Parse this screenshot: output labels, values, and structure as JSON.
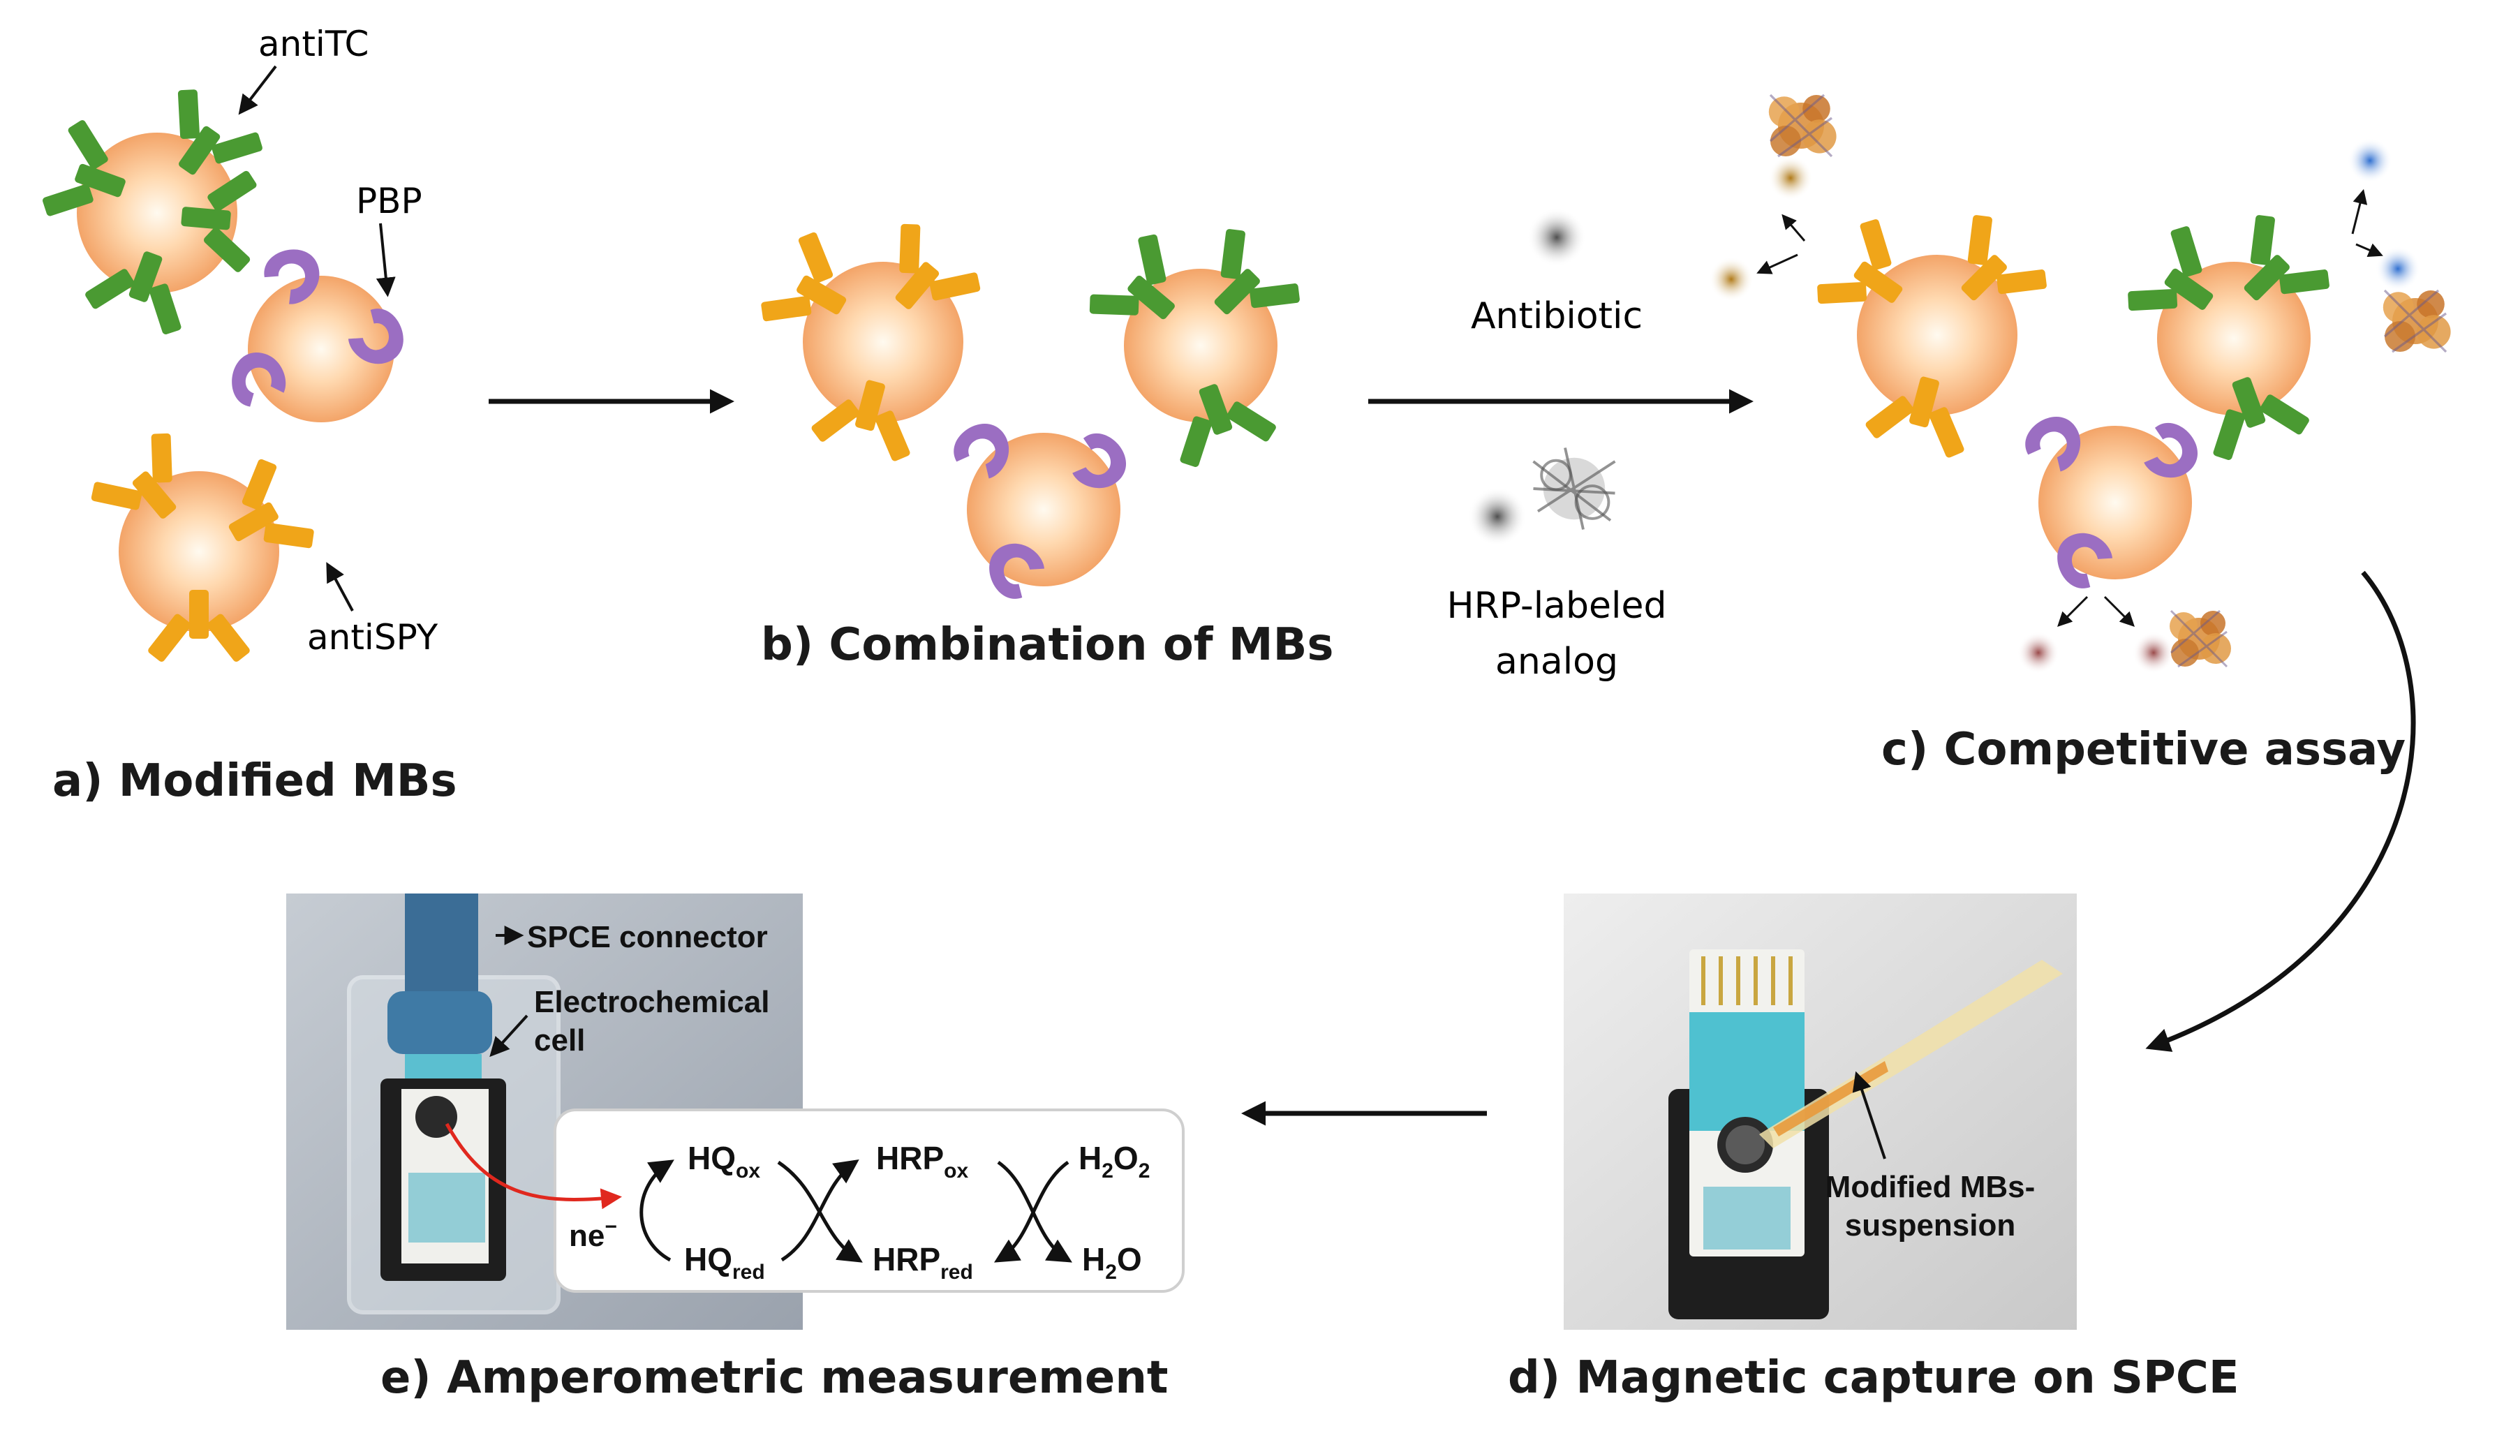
{
  "panels": {
    "a": {
      "caption": "a) Modified MBs",
      "label_antiTC": "antiTC",
      "label_PBP": "PBP",
      "label_antiSPY": "antiSPY"
    },
    "b": {
      "caption": "b) Combination of MBs"
    },
    "reagents": {
      "antibiotic": "Antibiotic",
      "hrp_line1": "HRP-labeled",
      "hrp_line2": "analog"
    },
    "c": {
      "caption": "c) Competitive assay"
    },
    "d": {
      "caption": "d) Magnetic capture on SPCE",
      "label_line1": "Modified MBs-",
      "label_line2": "suspension"
    },
    "e": {
      "caption": "e) Amperometric measurement",
      "spce_connector": "SPCE connector",
      "cell_line1": "Electrochemical",
      "cell_line2": "cell",
      "reaction": {
        "electron": "ne",
        "electron_sup": "−",
        "hq": "HQ",
        "ox": "ox",
        "red": "red",
        "hrp": "HRP",
        "h2o2_a": "H",
        "h2o2_sub": "2",
        "h2o2_b": "O",
        "h2o2_sub2": "2",
        "h2o_a": "H",
        "h2o_sub": "2",
        "h2o_b": "O"
      }
    }
  },
  "colors": {
    "bead": "#f6b27c",
    "bead_core": "#fff4e6",
    "antiTC": "#4a9a32",
    "antiSPY": "#f0a519",
    "pbp": "#9b6ec2",
    "antibiotic": "#9a9a9a",
    "tc_dot": "#3f7fd6",
    "spy_dot": "#d79a2a",
    "pbp_dot": "#b86b6b",
    "enzyme": "#d9852a",
    "arrow": "#111111",
    "electron_arrow": "#e0281e"
  }
}
